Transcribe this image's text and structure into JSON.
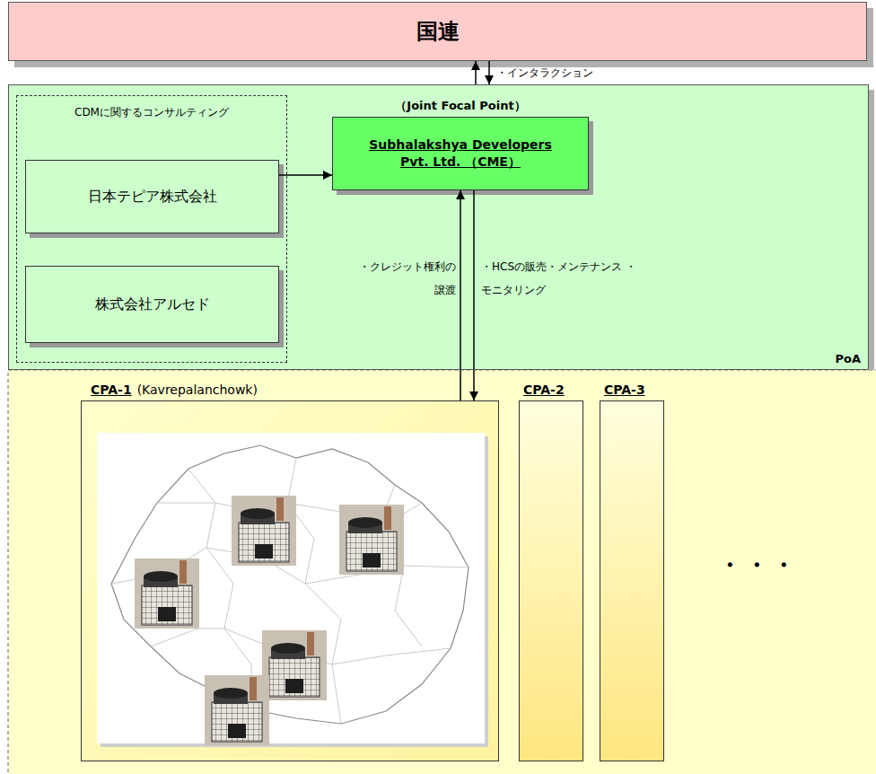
{
  "diagram": {
    "nodes": [
      {
        "text": [
          "国連"
        ]
      },
      {
        "text": [
          "PoA"
        ]
      },
      {
        "text": [
          "CDMに関するコンサルティング"
        ],
        "in": 1
      },
      {
        "text": [
          "日本テピア株式会社"
        ],
        "in": 2
      },
      {
        "text": [
          "株式会社アルセド"
        ],
        "in": 2
      },
      {
        "text": [
          "（Joint Focal Point）",
          "Subhalakshya Developers Pvt. Ltd. （CME）"
        ],
        "in": 1
      },
      {
        "text": [
          "CPA-1",
          "(Kavrepalanchowk)"
        ]
      },
      {
        "text": [
          "CPA-2"
        ]
      },
      {
        "text": [
          "CPA-3"
        ]
      }
    ],
    "edges": [
      {
        "from": 1,
        "to": 0,
        "arrow": "to"
      },
      {
        "from": 0,
        "to": 1,
        "label": "・インタラクション",
        "arrow": "to"
      },
      {
        "from": 3,
        "to": 5,
        "arrow": "to"
      },
      {
        "from": 6,
        "to": 5,
        "label": "・クレジット権利の 譲渡",
        "arrow": "to"
      },
      {
        "from": 5,
        "to": 6,
        "label": "・HCSの販売・メンテナンス ・モニタリング",
        "arrow": "to"
      }
    ],
    "labels": [
      "・・・"
    ]
  }
}
